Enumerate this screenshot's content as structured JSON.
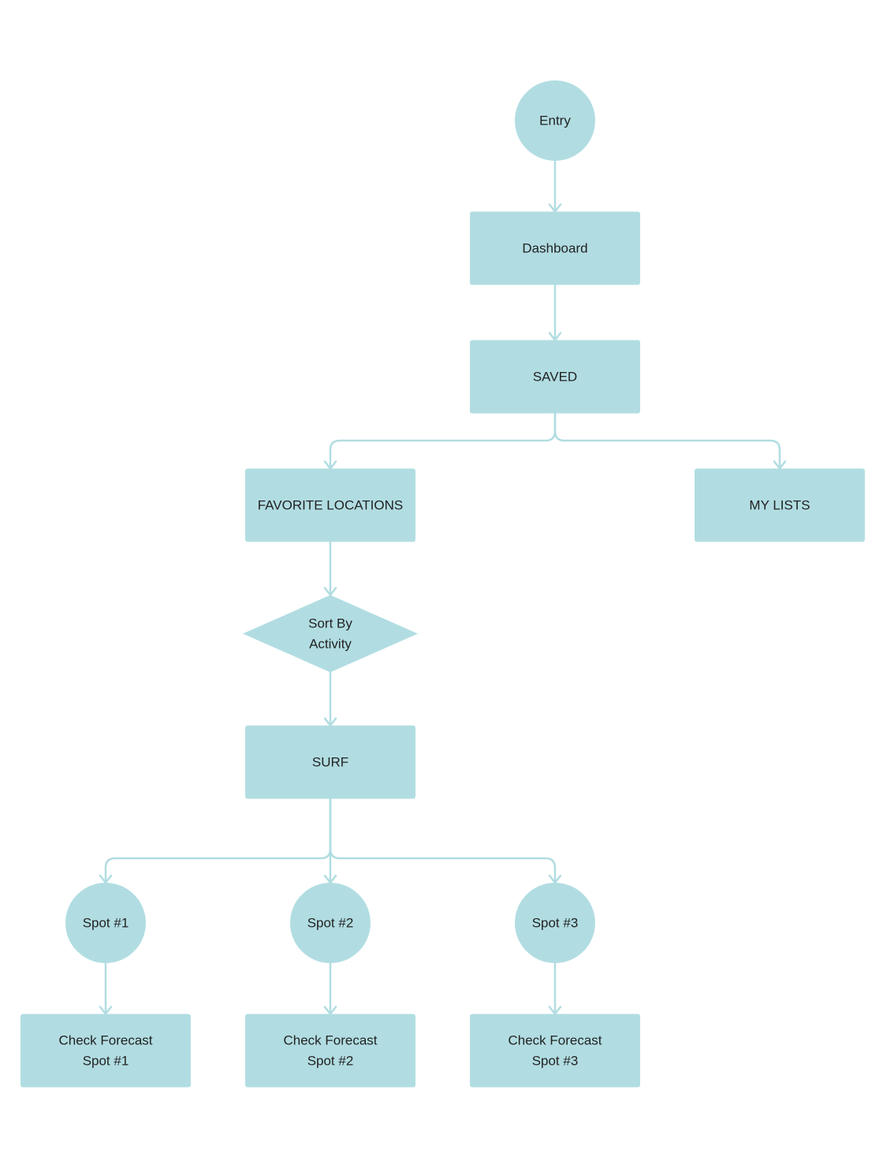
{
  "colors": {
    "node_fill": "#b1dde2",
    "connector": "#b1dde2",
    "text": "#222222",
    "background": "#ffffff"
  },
  "nodes": {
    "entry": {
      "shape": "circle",
      "lines": [
        "Entry"
      ]
    },
    "dashboard": {
      "shape": "rect",
      "lines": [
        "Dashboard"
      ]
    },
    "saved": {
      "shape": "rect",
      "lines": [
        "SAVED"
      ]
    },
    "favorite_locations": {
      "shape": "rect",
      "lines": [
        "FAVORITE LOCATIONS"
      ]
    },
    "my_lists": {
      "shape": "rect",
      "lines": [
        "MY LISTS"
      ]
    },
    "sort_by_activity": {
      "shape": "diamond",
      "lines": [
        "Sort By",
        "Activity"
      ]
    },
    "surf": {
      "shape": "rect",
      "lines": [
        "SURF"
      ]
    },
    "spot_1": {
      "shape": "circle",
      "lines": [
        "Spot #1"
      ]
    },
    "spot_2": {
      "shape": "circle",
      "lines": [
        "Spot #2"
      ]
    },
    "spot_3": {
      "shape": "circle",
      "lines": [
        "Spot #3"
      ]
    },
    "check_forecast_1": {
      "shape": "rect",
      "lines": [
        "Check Forecast",
        "Spot #1"
      ]
    },
    "check_forecast_2": {
      "shape": "rect",
      "lines": [
        "Check Forecast",
        "Spot #2"
      ]
    },
    "check_forecast_3": {
      "shape": "rect",
      "lines": [
        "Check Forecast",
        "Spot #3"
      ]
    }
  },
  "edges": [
    {
      "from": "entry",
      "to": "dashboard"
    },
    {
      "from": "dashboard",
      "to": "saved"
    },
    {
      "from": "saved",
      "to": "favorite_locations"
    },
    {
      "from": "saved",
      "to": "my_lists"
    },
    {
      "from": "favorite_locations",
      "to": "sort_by_activity"
    },
    {
      "from": "sort_by_activity",
      "to": "surf"
    },
    {
      "from": "surf",
      "to": "spot_1"
    },
    {
      "from": "surf",
      "to": "spot_2"
    },
    {
      "from": "surf",
      "to": "spot_3"
    },
    {
      "from": "spot_1",
      "to": "check_forecast_1"
    },
    {
      "from": "spot_2",
      "to": "check_forecast_2"
    },
    {
      "from": "spot_3",
      "to": "check_forecast_3"
    }
  ]
}
